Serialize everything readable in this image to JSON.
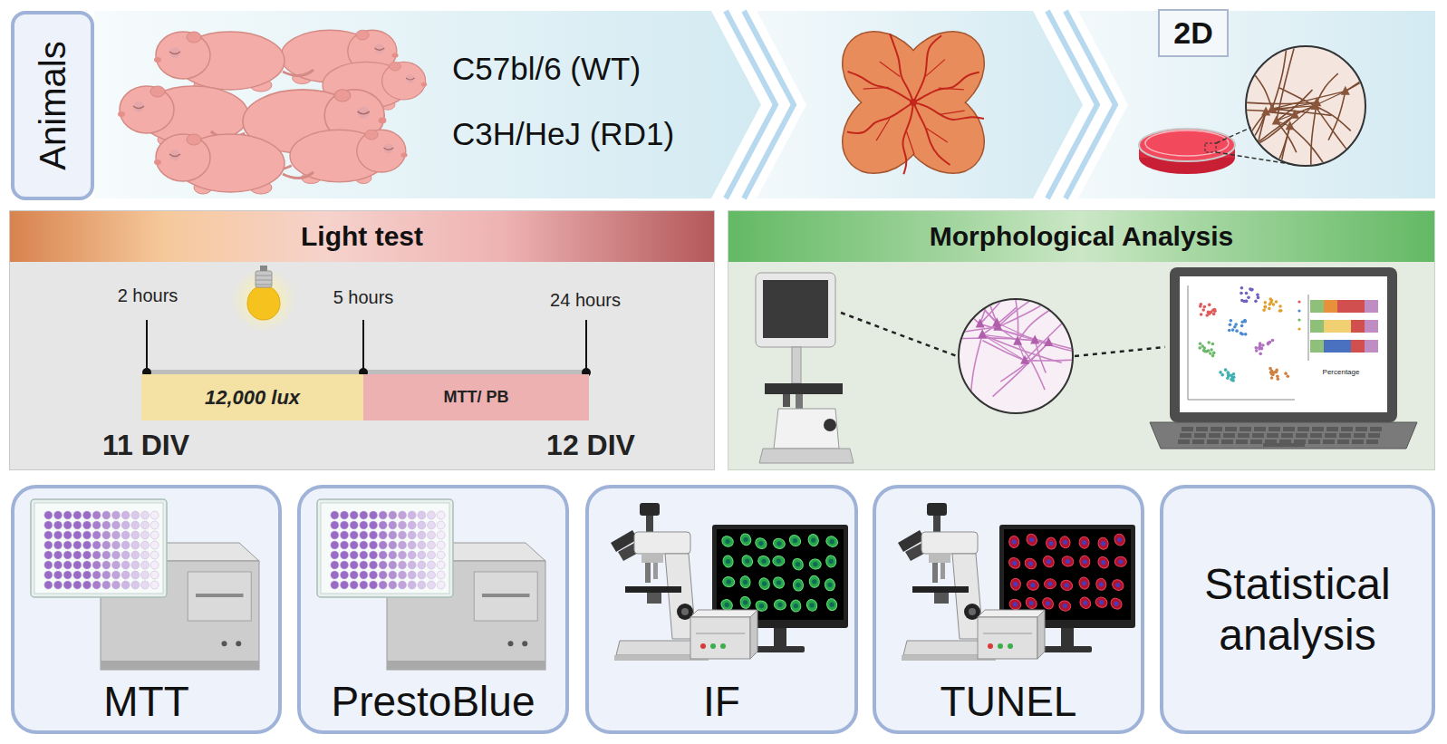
{
  "diagram": {
    "nodes": [
      {
        "text": [
          "Animals"
        ]
      },
      {
        "text": [
          "C57bl/6 (WT)",
          "C3H/HeJ (RD1)"
        ]
      },
      {
        "text": [
          "2D"
        ]
      },
      {
        "text": [
          "Light test"
        ]
      },
      {
        "text": [
          "12,000 lux"
        ],
        "in": 3
      },
      {
        "text": [
          "MTT/ PB"
        ],
        "in": 3
      },
      {
        "text": [
          "Morphological Analysis"
        ]
      },
      {
        "text": [
          "MTT"
        ]
      },
      {
        "text": [
          "PrestoBlue"
        ]
      },
      {
        "text": [
          "IF"
        ]
      },
      {
        "text": [
          "TUNEL"
        ]
      },
      {
        "text": [
          "Statistical analysis"
        ]
      }
    ],
    "labels": [
      "2 hours",
      "5 hours",
      "24 hours",
      "11 DIV",
      "12 DIV",
      "Percentage"
    ]
  }
}
